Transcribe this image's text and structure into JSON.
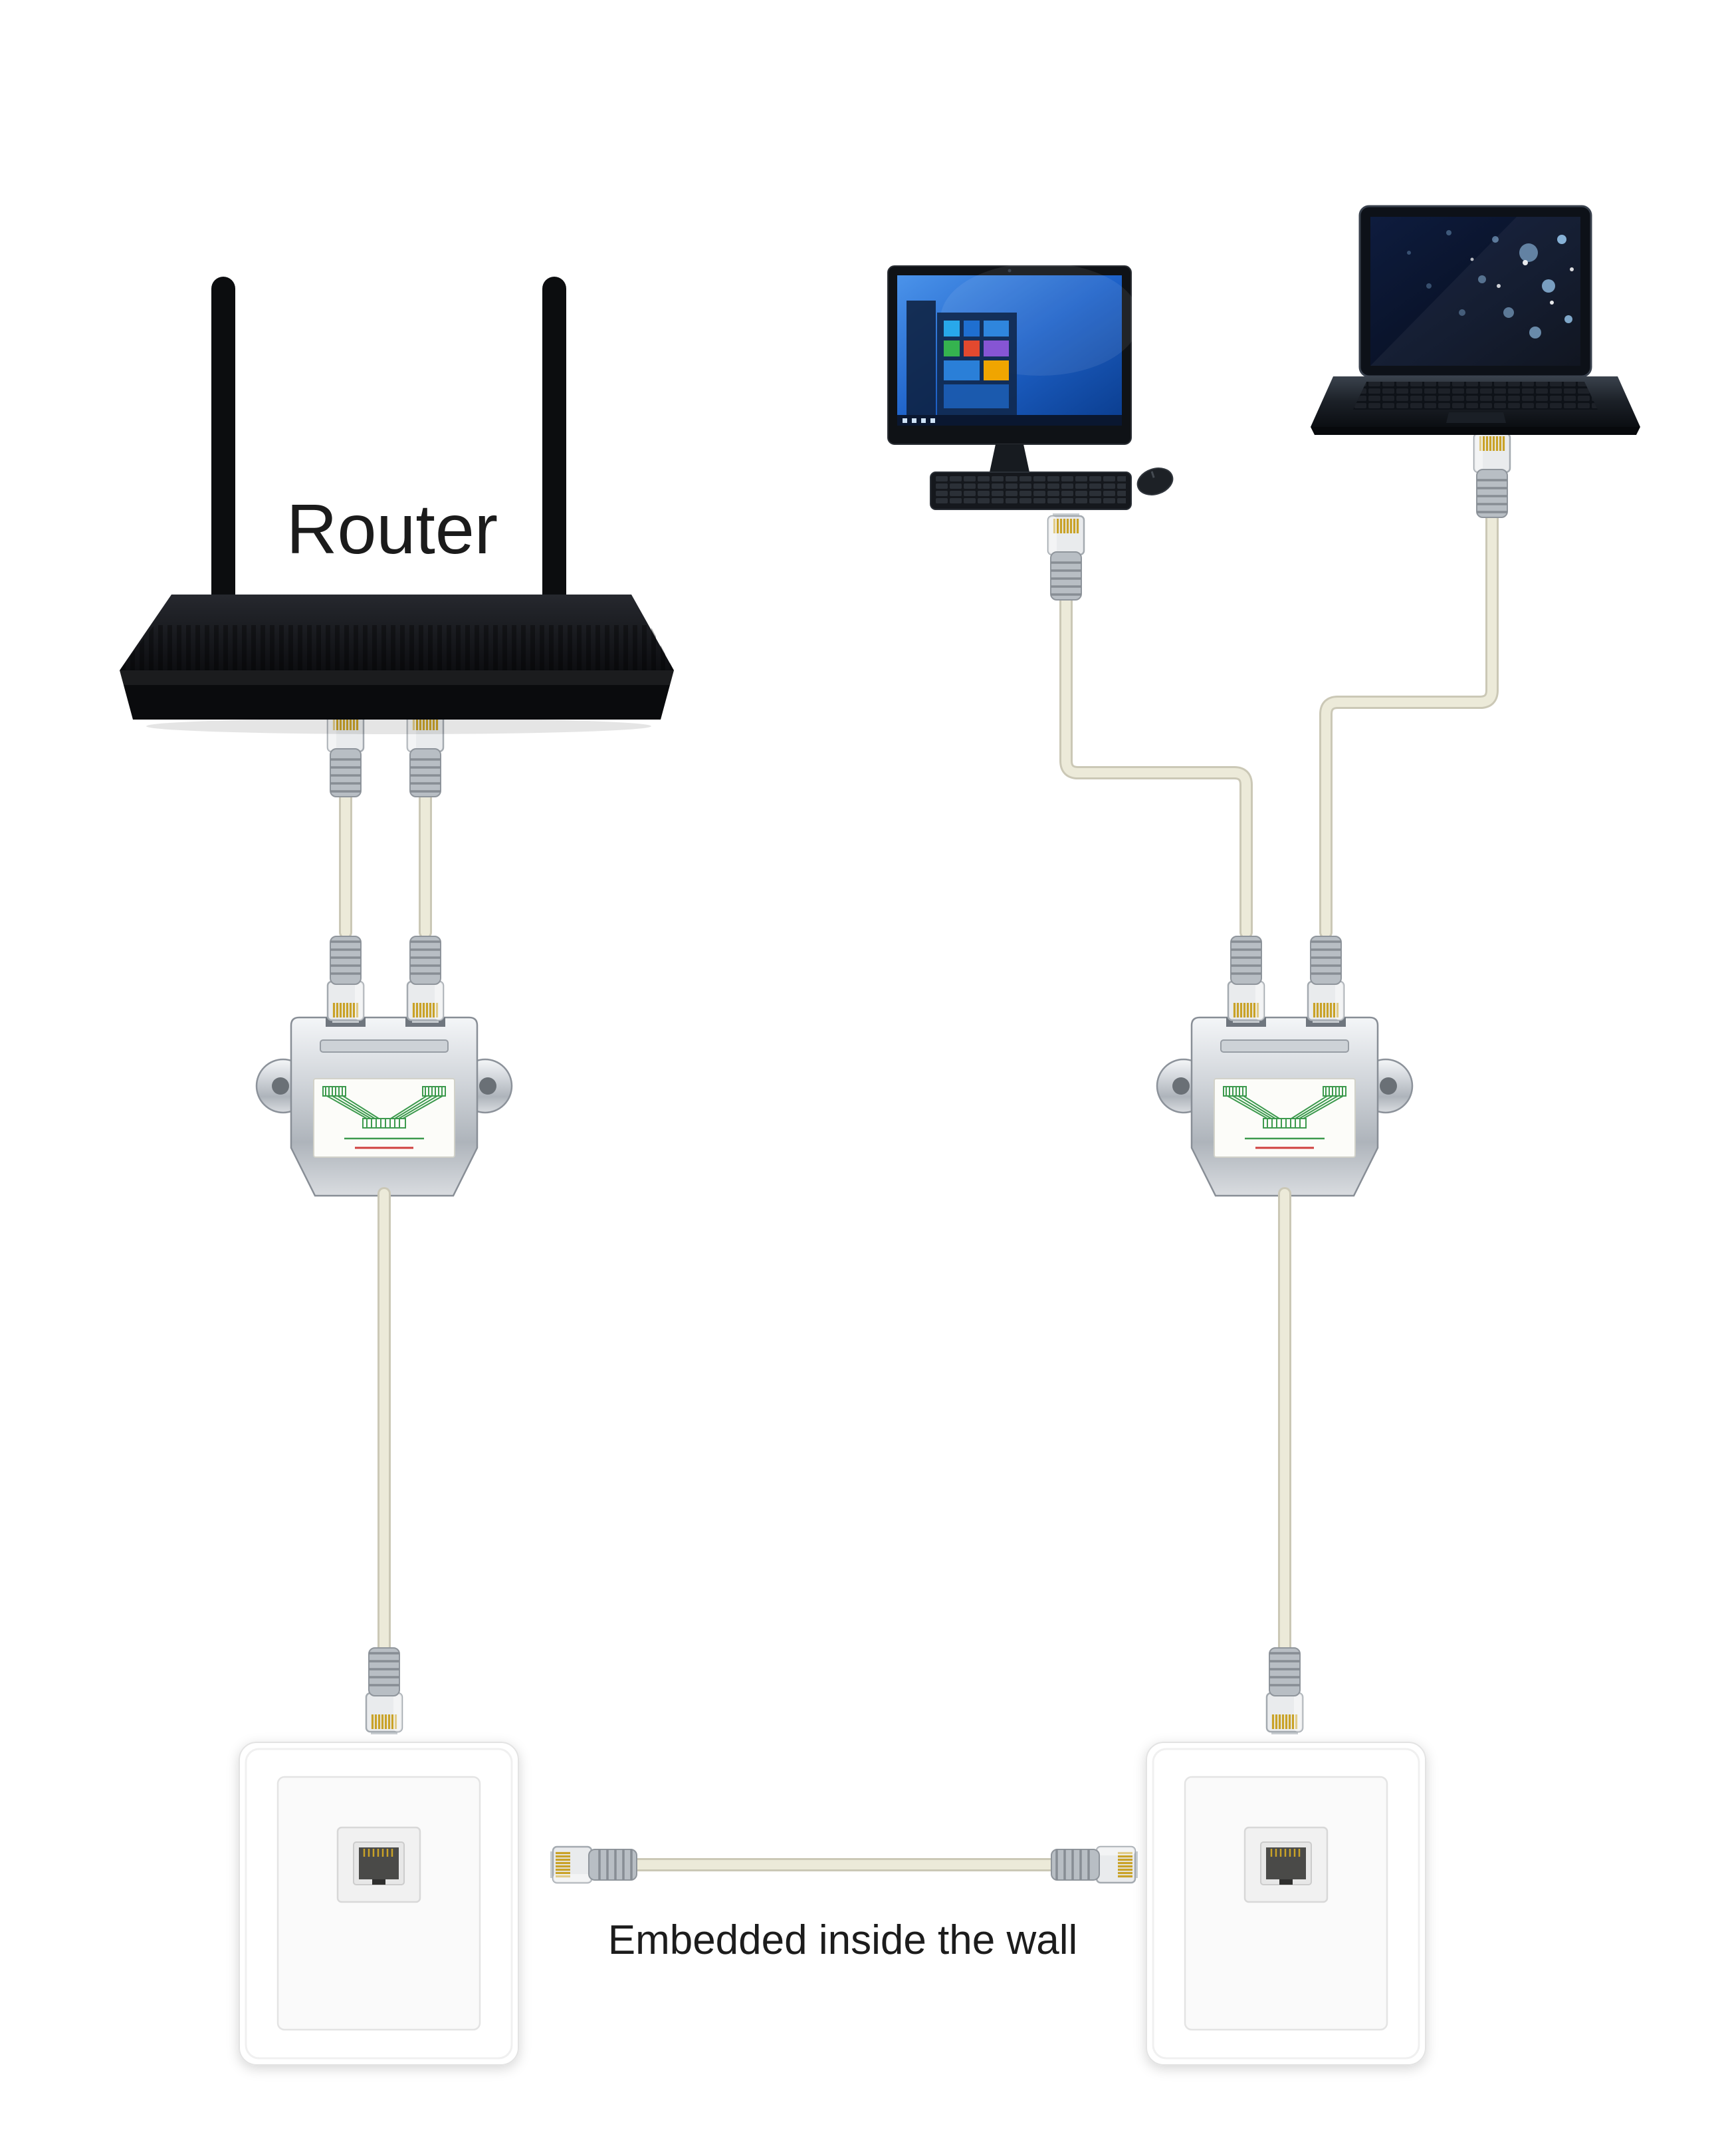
{
  "diagram": {
    "type": "network-wiring-diagram",
    "background": "#ffffff"
  },
  "labels": {
    "router": "Router",
    "wall_cable_note": "Embedded inside the wall"
  },
  "devices": [
    {
      "name": "wifi-router",
      "label": "Router"
    },
    {
      "name": "all-in-one-desktop-pc"
    },
    {
      "name": "laptop"
    },
    {
      "name": "rj45-splitter-left"
    },
    {
      "name": "rj45-splitter-right"
    },
    {
      "name": "ethernet-wall-outlet-left"
    },
    {
      "name": "ethernet-wall-outlet-right"
    }
  ],
  "connections": [
    {
      "from": "wifi-router",
      "to": "rj45-splitter-left",
      "via": "two ethernet patch cables"
    },
    {
      "from": "rj45-splitter-left",
      "to": "ethernet-wall-outlet-left",
      "via": "ethernet cable"
    },
    {
      "from": "all-in-one-desktop-pc",
      "to": "rj45-splitter-right",
      "via": "ethernet cable"
    },
    {
      "from": "laptop",
      "to": "rj45-splitter-right",
      "via": "ethernet cable"
    },
    {
      "from": "rj45-splitter-right",
      "to": "ethernet-wall-outlet-right",
      "via": "ethernet cable"
    },
    {
      "from": "ethernet-wall-outlet-left",
      "to": "ethernet-wall-outlet-right",
      "via": "in-wall cable",
      "label": "Embedded inside the wall"
    }
  ],
  "colors": {
    "background": "#ffffff",
    "cable": "#ecead9",
    "cable_edge": "#cbc8b6",
    "plug_body": "#e9ebed",
    "plug_boot": "#b8bec4",
    "plug_pins_gold": "#c9a227",
    "splitter_metal": "#c9ced4",
    "router_body": "#0d0e11",
    "desktop_screen_blue": "#1e62c9",
    "laptop_screen_navy": "#0a1430",
    "wall_plate": "#ffffff",
    "label_text": "#1c1c1c"
  }
}
